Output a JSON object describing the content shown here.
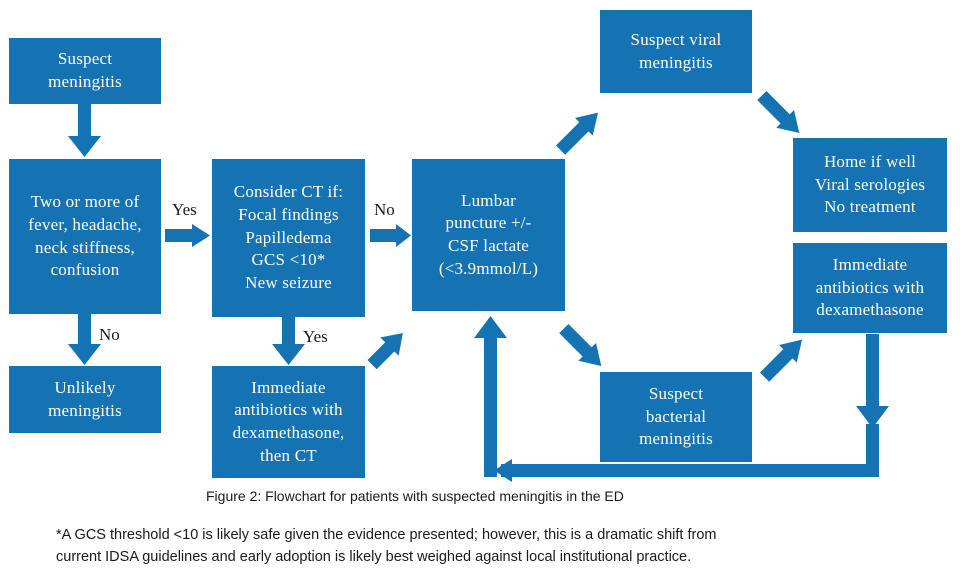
{
  "figure": {
    "caption": "Figure 2: Flowchart for patients with suspected meningitis in the ED",
    "footnote_line1": "*A GCS threshold <10 is likely safe given the evidence presented; however, this is a dramatic shift from",
    "footnote_line2": "current IDSA guidelines and early adoption is likely best weighed against local institutional practice.",
    "accent_color": "#1573b4",
    "text_color": "#ffffff",
    "background_color": "#ffffff",
    "label_color": "#1a1a1a"
  },
  "chart_data": {
    "type": "diagram",
    "title": "Figure 2: Flowchart for patients with suspected meningitis in the ED",
    "nodes": [
      {
        "id": "suspect-meningitis",
        "label": "Suspect\nmeningitis"
      },
      {
        "id": "two-or-more",
        "label": "Two or more of\nfever, headache,\nneck stiffness,\nconfusion"
      },
      {
        "id": "unlikely-meningitis",
        "label": "Unlikely\nmeningitis"
      },
      {
        "id": "consider-ct",
        "label": "Consider CT if:\nFocal findings\nPapilledema\nGCS <10*\nNew seizure"
      },
      {
        "id": "immediate-abx-then-ct",
        "label": "Immediate\nantibiotics with\ndexamethasone,\nthen CT"
      },
      {
        "id": "lumbar-puncture",
        "label": "Lumbar\npuncture +/-\nCSF lactate\n(<3.9mmol/L)"
      },
      {
        "id": "suspect-viral",
        "label": "Suspect viral\nmeningitis"
      },
      {
        "id": "home-if-well",
        "label": "Home if well\nViral serologies\nNo treatment"
      },
      {
        "id": "immediate-abx-dex",
        "label": "Immediate\nantibiotics with\ndexamethasone"
      },
      {
        "id": "suspect-bacterial",
        "label": "Suspect\nbacterial\nmeningitis"
      }
    ],
    "edges": [
      {
        "from": "suspect-meningitis",
        "to": "two-or-more",
        "label": ""
      },
      {
        "from": "two-or-more",
        "to": "consider-ct",
        "label": "Yes"
      },
      {
        "from": "two-or-more",
        "to": "unlikely-meningitis",
        "label": "No"
      },
      {
        "from": "consider-ct",
        "to": "lumbar-puncture",
        "label": "No"
      },
      {
        "from": "consider-ct",
        "to": "immediate-abx-then-ct",
        "label": "Yes"
      },
      {
        "from": "immediate-abx-then-ct",
        "to": "lumbar-puncture",
        "label": ""
      },
      {
        "from": "lumbar-puncture",
        "to": "suspect-viral",
        "label": ""
      },
      {
        "from": "lumbar-puncture",
        "to": "suspect-bacterial",
        "label": ""
      },
      {
        "from": "suspect-viral",
        "to": "home-if-well",
        "label": ""
      },
      {
        "from": "suspect-bacterial",
        "to": "immediate-abx-dex",
        "label": ""
      },
      {
        "from": "immediate-abx-dex",
        "to": "lumbar-puncture",
        "label": ""
      }
    ],
    "edge_labels": [
      "Yes",
      "No",
      "No",
      "Yes"
    ]
  }
}
